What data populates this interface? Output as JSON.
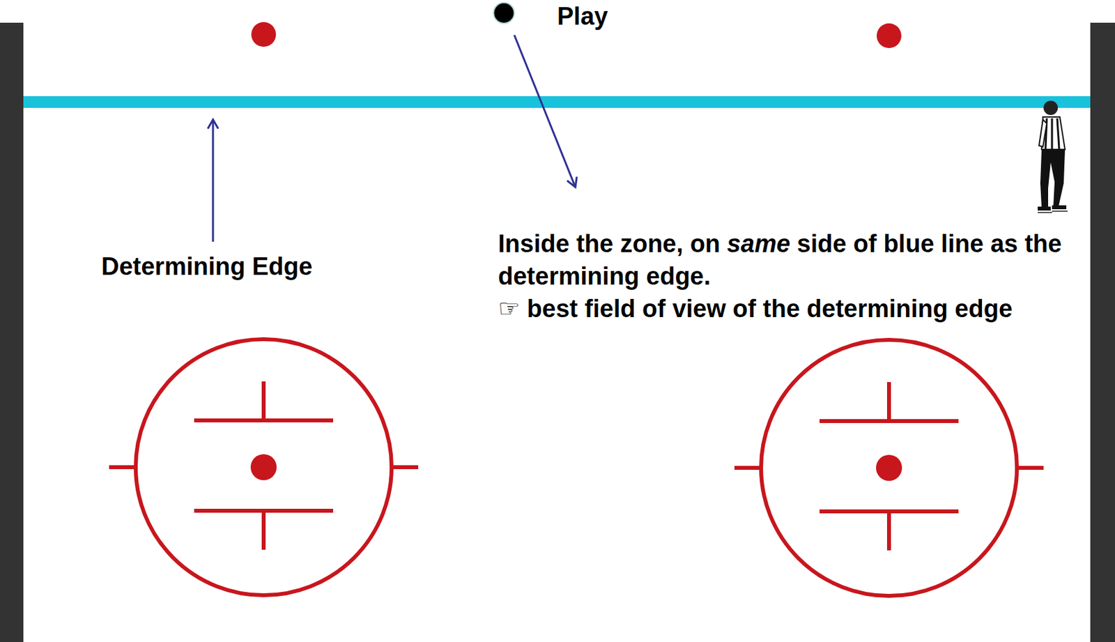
{
  "diagram": {
    "labels": [
      "Play",
      "Determining Edge",
      "Inside the zone, on same side of blue line as the determining edge.",
      "☞ best field of view of the determining edge"
    ]
  }
}
